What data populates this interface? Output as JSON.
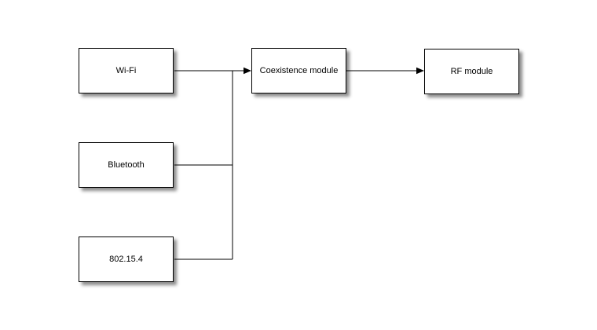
{
  "diagram": {
    "colors": {
      "background": "#ffffff",
      "node_fill": "#ffffff",
      "node_border": "#000000",
      "node_text": "#000000",
      "connector": "#000000",
      "shadow": "rgba(0,0,0,0.45)"
    },
    "nodes": [
      {
        "id": "wifi",
        "label": "Wi-Fi"
      },
      {
        "id": "bluetooth",
        "label": "Bluetooth"
      },
      {
        "id": "802154",
        "label": "802.15.4"
      },
      {
        "id": "coexistence",
        "label": "Coexistence module"
      },
      {
        "id": "rf",
        "label": "RF module"
      }
    ],
    "edges": [
      {
        "from": "wifi",
        "to": "coexistence",
        "arrowhead": true,
        "note": "direct horizontal line into coexistence module"
      },
      {
        "from": "bluetooth",
        "to": "coexistence",
        "arrowhead": false,
        "note": "joins shared vertical trunk merging into wifi line"
      },
      {
        "from": "802154",
        "to": "coexistence",
        "arrowhead": false,
        "note": "joins shared vertical trunk merging into wifi line"
      },
      {
        "from": "coexistence",
        "to": "rf",
        "arrowhead": true,
        "note": "direct horizontal line into rf module"
      }
    ]
  }
}
